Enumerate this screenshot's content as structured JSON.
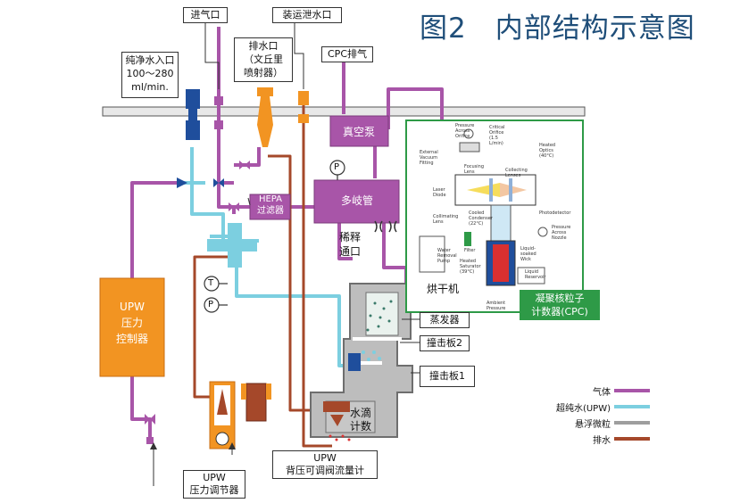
{
  "title": "图2　内部结构示意图",
  "labels": {
    "pure_water_inlet": "纯净水入口\n100～280\nml/min.",
    "air_inlet": "进气口",
    "drain": "排水口\n（文丘里\n喷射器）",
    "transport_drain": "装运泄水口",
    "cpc_exhaust": "CPC排气",
    "vacuum_pump": "真空泵",
    "manifold": "多岐管",
    "hepa_filter": "HEPA\n过滤器",
    "dilution_port": "稀释\n通口",
    "dryer": "烘干机",
    "cpc": "凝聚核粒子\n计数器(CPC)",
    "evaporator": "蒸发器",
    "impactor2": "撞击板2",
    "impactor1": "撞击板1",
    "droplet_counter": "水滴\n计数",
    "upw_controller": "UPW\n压力\n控制器",
    "upw_regulator": "UPW\n压力调节器",
    "flowmeter": "UPW\n背压可调阀流量计",
    "gauge_p_top": "P",
    "gauge_t": "T",
    "gauge_p": "P"
  },
  "cpc_inner": {
    "pressure_across_orifice": "Pressure\nAcross Orifice",
    "critical_orifice": "Critical Orifice\n(1.5 L/min)",
    "external_vacuum": "External\nVacuum\nFitting",
    "heated_optics": "Heated\nOptics\n(40°C)",
    "collecting_lenses": "Collecting Lenses",
    "focusing_lens": "Focusing\nLens",
    "laser_diode": "Laser\nDiode",
    "photodetector": "Photodetector",
    "collimating_lens": "Collimating Lens",
    "cooled_condenser": "Cooled\nCondenser\n(22°C)",
    "pressure_across_nozzle": "Pressure\nAcross\nNozzle",
    "water_removal_pump": "Water\nRemoval\nPump",
    "filter": "Filter",
    "heated_saturator": "Heated\nSaturator\n(39°C)",
    "liquid_soaked_wick": "Liquid-soaked\nWick",
    "liquid_reservoir": "Liquid\nReservoir",
    "ambient_pressure": "Ambient Pressure"
  },
  "legend": [
    {
      "label": "气体",
      "color": "#a855a8"
    },
    {
      "label": "超纯水(UPW)",
      "color": "#7ccfe0"
    },
    {
      "label": "悬浮微粒",
      "color": "#9e9e9e"
    },
    {
      "label": "排水",
      "color": "#a5482a"
    }
  ],
  "colors": {
    "gas": "#a855a8",
    "upw": "#7ccfe0",
    "aerosol": "#9e9e9e",
    "drain": "#a5482a",
    "orange": "#f29422",
    "navy": "#1f4e9c",
    "cpc_green": "#2e9a47",
    "title": "#1f4e79"
  }
}
